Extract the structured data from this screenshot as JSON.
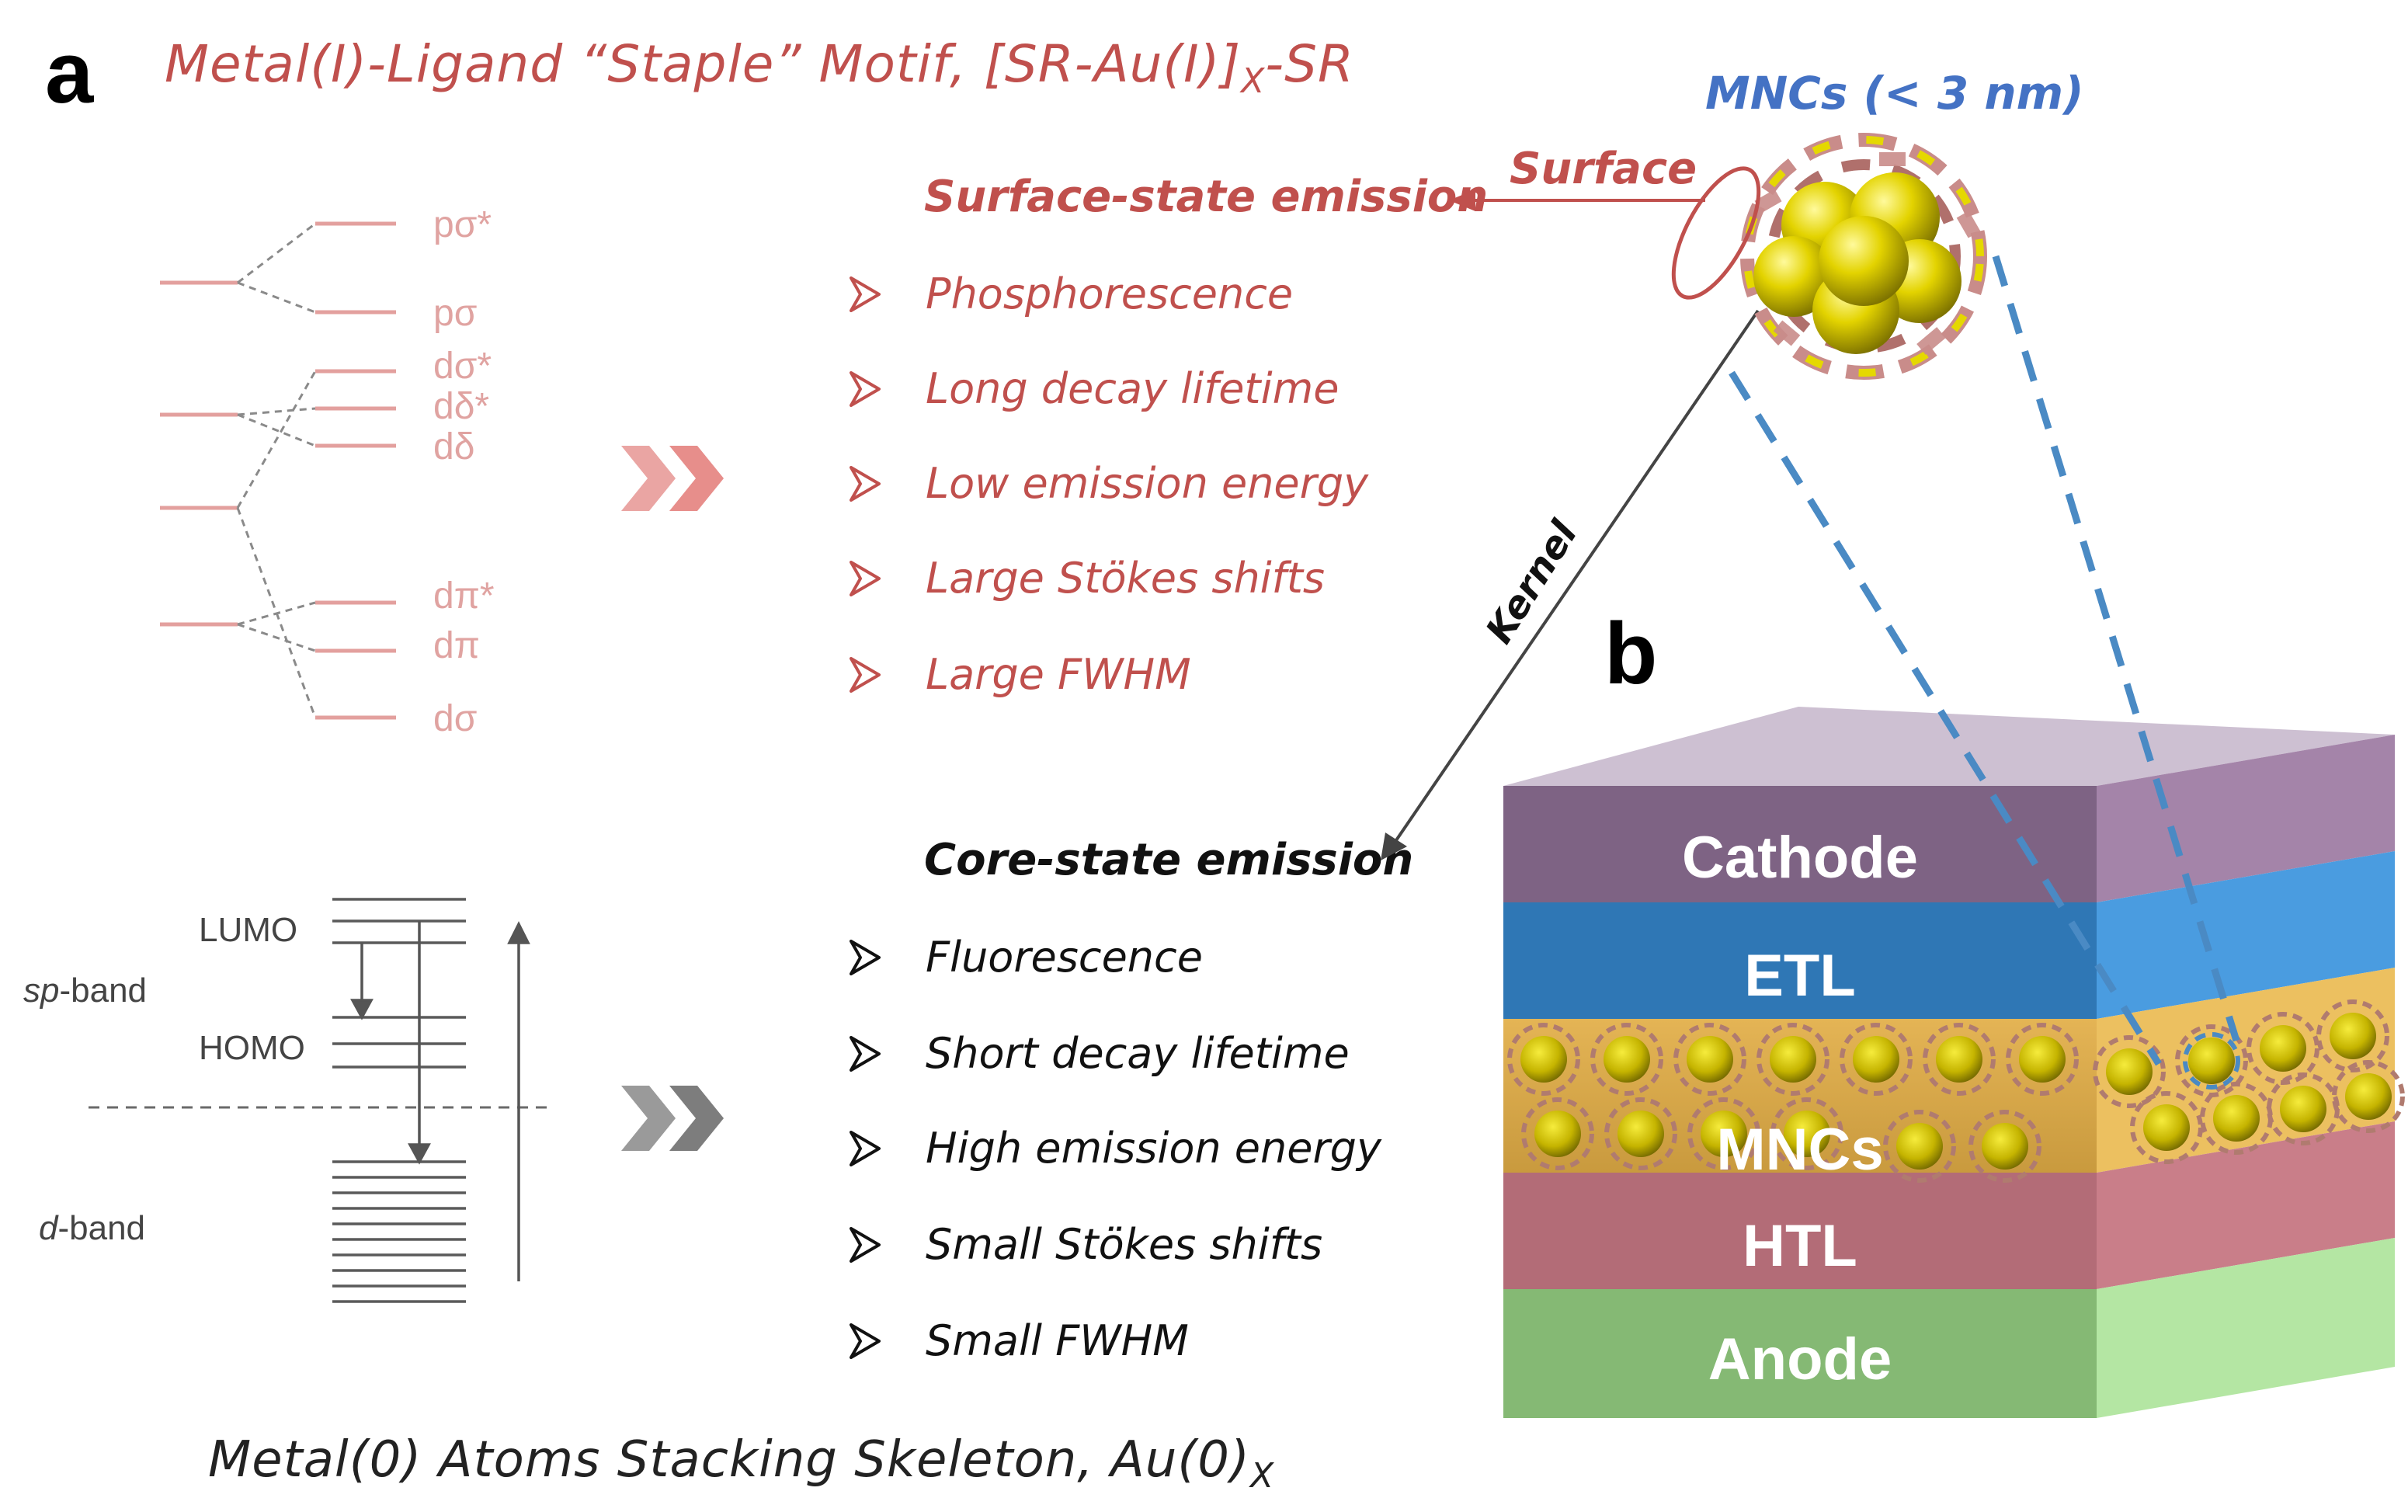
{
  "panel_a": {
    "letter": "a",
    "top_title": {
      "main": "Metal(I)-Ligand “Staple” Motif, [SR-Au(I)]",
      "sub": "X",
      "tail": "-SR"
    },
    "bottom_title": {
      "main": "Metal(0) Atoms Stacking Skeleton, Au(0)",
      "sub": "X"
    },
    "mo_levels": [
      "pσ*",
      "pσ",
      "dσ*",
      "dδ*",
      "dδ",
      "dπ*",
      "dπ",
      "dσ"
    ],
    "band_labels": {
      "lumo": "LUMO",
      "homo": "HOMO",
      "sp_band_italic": "sp",
      "sp_band_rest": "-band",
      "d_band_italic": "d",
      "d_band_rest": "-band"
    },
    "surface_emission": {
      "heading": "Surface-state emission",
      "items": [
        "Phosphorescence",
        "Long decay lifetime",
        "Low emission energy",
        "Large Stökes shifts",
        "Large FWHM"
      ]
    },
    "core_emission": {
      "heading": "Core-state emission",
      "items": [
        "Fluorescence",
        "Short decay lifetime",
        "High emission energy",
        "Small Stökes shifts",
        "Small FWHM"
      ]
    }
  },
  "panel_b": {
    "letter": "b",
    "cluster_label": "MNCs (< 3 nm)",
    "surface_label": "Surface",
    "kernel_label": "Kernel",
    "layers": [
      {
        "name": "Cathode",
        "front": "#7e6384",
        "side": "#a484a9"
      },
      {
        "name": "ETL",
        "front": "#2f77b5",
        "side": "#4a9ce0"
      },
      {
        "name": "MNCs",
        "front": "#d9a84a",
        "side": "#ecc060"
      },
      {
        "name": "HTL",
        "front": "#b36c77",
        "side": "#c97e89"
      },
      {
        "name": "Anode",
        "front": "#85b974",
        "side": "#b4e6a3"
      }
    ],
    "top_color": "#cdc0d2"
  },
  "colors": {
    "red_accent": "#c0504d",
    "blue_accent": "#4472c4",
    "dashed_blue": "#4a8ac4",
    "mo_pink": "#e0a3a1"
  }
}
